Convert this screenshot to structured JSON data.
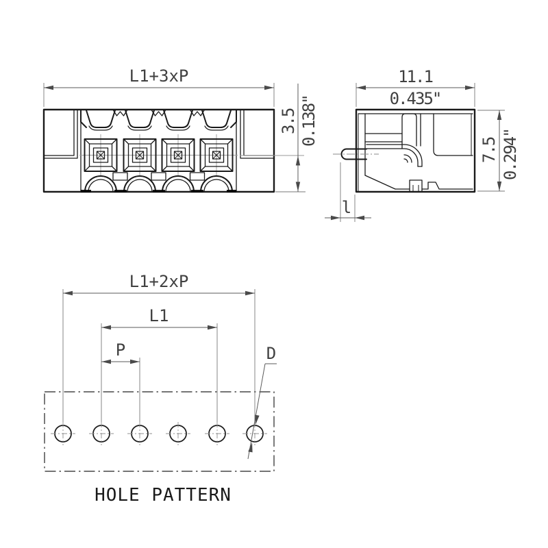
{
  "drawing": {
    "type": "connector-technical-drawing",
    "caption": "HOLE PATTERN",
    "front_view": {
      "overall_width": "L1+3xP",
      "center_height_mm": "3.5",
      "center_height_inch": "0.138\"",
      "poles": 4
    },
    "side_view": {
      "depth_mm": "11.1",
      "depth_inch": "0.435\"",
      "height_mm": "7.5",
      "height_inch": "0.294\"",
      "pin_length": "l"
    },
    "hole_pattern": {
      "overall_span": "L1+2xP",
      "inner_span": "L1",
      "pitch": "P",
      "hole_diameter": "D",
      "holes": 6
    },
    "colors": {
      "outline": "#1a1a1a",
      "dimension": "#5a5a5a",
      "centerline": "#999999",
      "text": "#404040",
      "background": "#ffffff"
    }
  }
}
